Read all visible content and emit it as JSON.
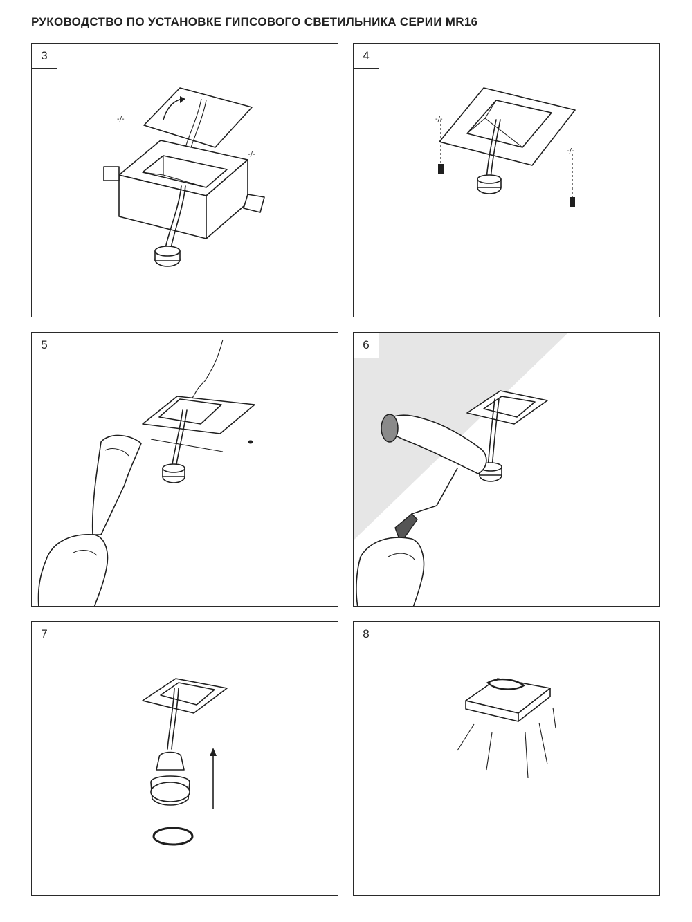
{
  "document": {
    "title": "РУКОВОДСТВО ПО УСТАНОВКЕ ГИПСОВОГО СВЕТИЛЬНИКА СЕРИИ MR16"
  },
  "steps": [
    {
      "number": "3"
    },
    {
      "number": "4"
    },
    {
      "number": "5"
    },
    {
      "number": "6"
    },
    {
      "number": "7"
    },
    {
      "number": "8"
    }
  ],
  "colors": {
    "border": "#2a2a2a",
    "wall_shade": "#e6e6e6",
    "roller_handle": "#555555"
  }
}
